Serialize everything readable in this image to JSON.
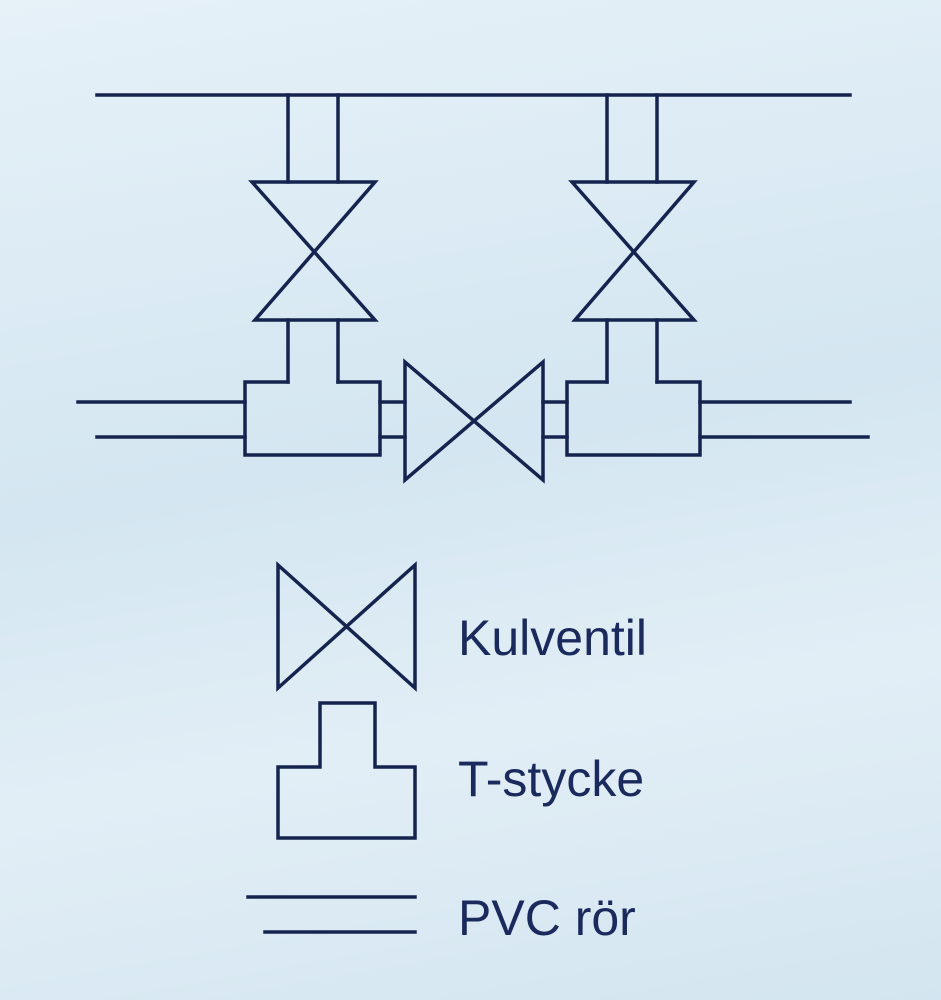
{
  "colors": {
    "line": "#14244f",
    "text": "#1b2a5c",
    "background": "#dcebf4"
  },
  "legend": [
    {
      "symbol": "ball-valve",
      "label": "Kulventil"
    },
    {
      "symbol": "tee-piece",
      "label": "T-stycke"
    },
    {
      "symbol": "pvc-pipe",
      "label": "PVC rör"
    }
  ]
}
